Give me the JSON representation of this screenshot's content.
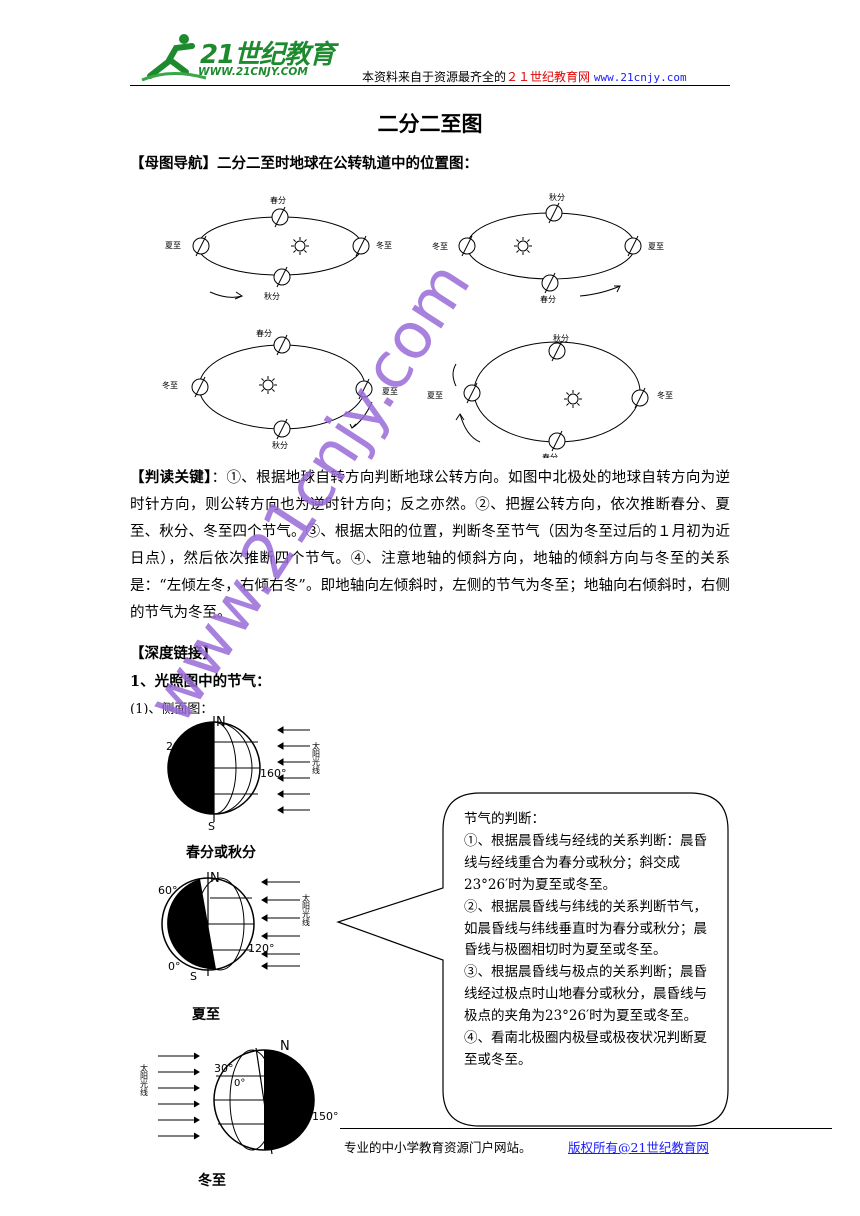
{
  "header": {
    "logo_main": "21世纪教育",
    "logo_url": "WWW.21CNJY.COM",
    "source_prefix": "本资料来自于资源最齐全的",
    "source_site": "２１世纪教育网",
    "source_url": "www.21cnjy.com"
  },
  "title": "二分二至图",
  "section1": {
    "label": "【母图导航】",
    "text": "二分二至时地球在公转轨道中的位置图："
  },
  "orbit_labels": {
    "spring": "春分",
    "summer": "夏至",
    "autumn": "秋分",
    "winter": "冬至"
  },
  "section2": {
    "label": "【判读关键】",
    "text": "：①、根据地球自转方向判断地球公转方向。如图中北极处的地球自转方向为逆时针方向，则公转方向也为逆时针方向；反之亦然。②、把握公转方向，依次推断春分、夏至、秋分、冬至四个节气。③、根据太阳的位置，判断冬至节气（因为冬至过后的１月初为近日点），然后依次推断四个节气。④、注意地轴的倾斜方向，地轴的倾斜方向与冬至的关系是：“左倾左冬，右倾右冬”。即地轴向左倾斜时，左侧的节气为冬至；地轴向右倾斜时，右侧的节气为冬至。"
  },
  "section3": {
    "label": "【深度链接】"
  },
  "subheading": "1、光照图中的节气：",
  "subsub": "(1)、侧面图：",
  "diagrams": {
    "north": "N",
    "south": "S",
    "sun_rays": "太阳光线",
    "d1": {
      "caption": "春分或秋分",
      "lat": "20°",
      "lon": "160°"
    },
    "d2": {
      "caption": "夏至",
      "lat": "60°",
      "lon": "120°",
      "eq": "0°"
    },
    "d3": {
      "caption": "冬至",
      "lat": "30°",
      "eq": "0°",
      "lon": "150°"
    }
  },
  "callout": {
    "title": "节气的判断：",
    "p1": "①、根据晨昏线与经线的关系判断：晨昏线与经线重合为春分或秋分；斜交成23°26′时为夏至或冬至。",
    "p2": "②、根据晨昏线与纬线的关系判断节气，如晨昏线与纬线垂直时为春分或秋分；晨昏线与极圈相切时为夏至或冬至。",
    "p3": "③、根据晨昏线与极点的关系判断；晨昏线经过极点时山地春分或秋分，晨昏线与极点的夹角为23°26′时为夏至或冬至。",
    "p4": "④、看南北极圈内极昼或极夜状况判断夏至或冬至。"
  },
  "watermark": "www.21cnjy.com",
  "footer": {
    "left": "专业的中小学教育资源门户网站。",
    "right": "版权所有@21世纪教育网"
  }
}
